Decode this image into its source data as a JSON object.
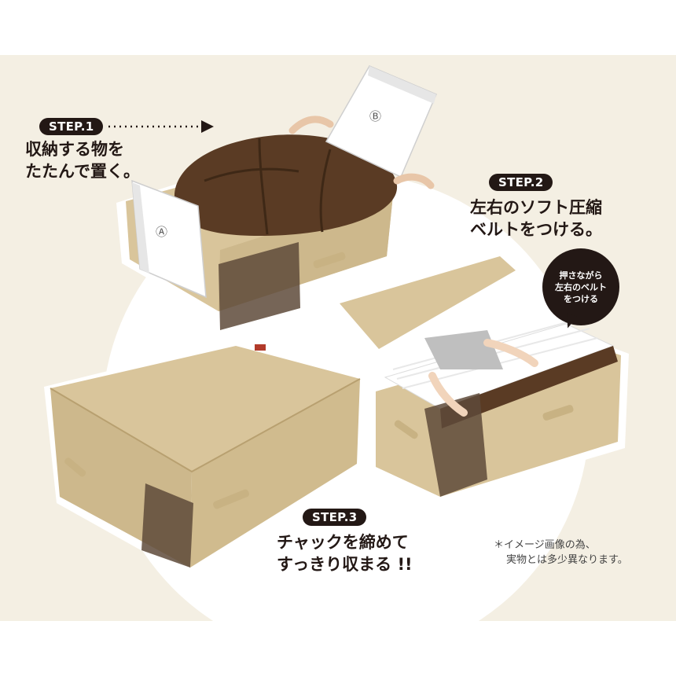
{
  "step1": {
    "badge": "STEP.1",
    "lines": [
      "収納する物を",
      "たたんで置く。"
    ],
    "sheet_a_label": "Ⓐ",
    "sheet_b_label": "Ⓑ"
  },
  "step2": {
    "badge": "STEP.2",
    "lines": [
      "左右のソフト圧縮",
      "ベルトをつける。"
    ],
    "bubble_lines": [
      "押さながら",
      "左右のベルト",
      "をつける"
    ]
  },
  "step3": {
    "badge": "STEP.3",
    "lines": [
      "チャックを締めて",
      "すっきり収まる !!"
    ]
  },
  "note": {
    "lines": [
      "＊イメージ画像の為、",
      "実物とは多少異なります。"
    ]
  },
  "colors": {
    "beige": "#d9c59b",
    "beige_dark": "#c8b283",
    "brown": "#5a3b24",
    "background": "#f4efe3",
    "badge": "#231815"
  }
}
